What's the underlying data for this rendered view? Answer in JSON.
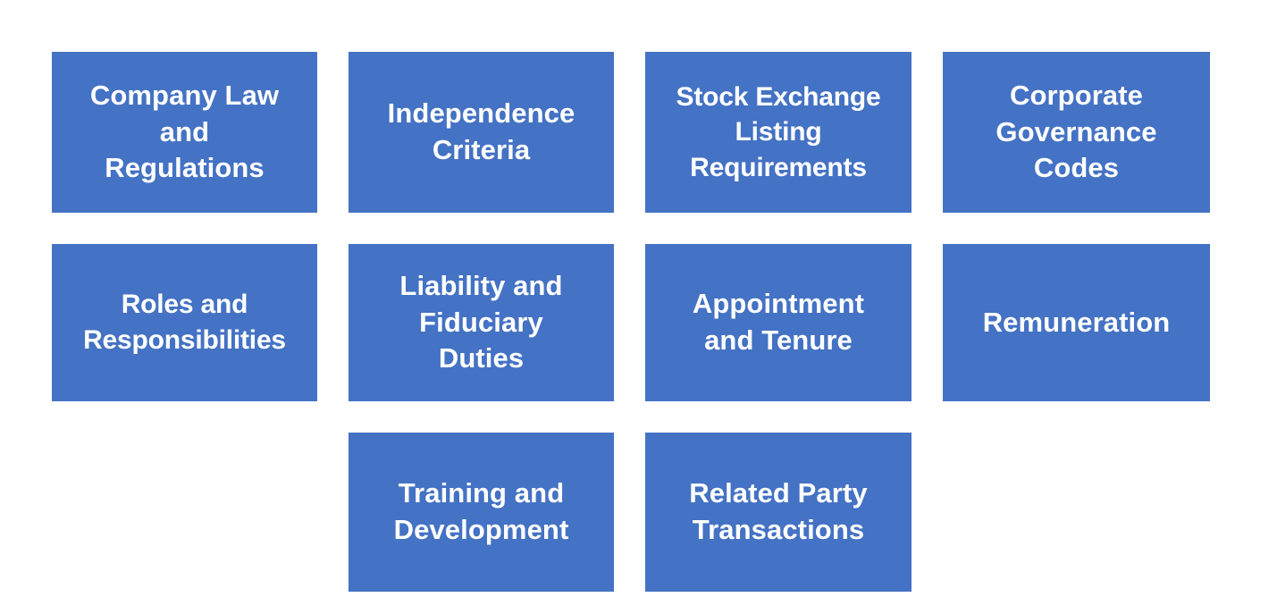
{
  "diagram": {
    "type": "grid-of-boxes",
    "columns": 4,
    "rows": 3,
    "box_color": "#4472C4",
    "text_color": "#FFFFFF",
    "background_color": "#FFFFFF",
    "nodes": [
      {
        "id": "company-law-and-regulations",
        "label": "Company Law\nand\nRegulations",
        "row": 1,
        "col": 1
      },
      {
        "id": "independence-criteria",
        "label": "Independence\nCriteria",
        "row": 1,
        "col": 2
      },
      {
        "id": "stock-exchange-listing-requirements",
        "label": "Stock Exchange\nListing\nRequirements",
        "row": 1,
        "col": 3
      },
      {
        "id": "corporate-governance-codes",
        "label": "Corporate\nGovernance\nCodes",
        "row": 1,
        "col": 4
      },
      {
        "id": "roles-and-responsibilities",
        "label": "Roles and\nResponsibilities",
        "row": 2,
        "col": 1
      },
      {
        "id": "liability-and-fiduciary-duties",
        "label": "Liability and\nFiduciary\nDuties",
        "row": 2,
        "col": 2
      },
      {
        "id": "appointment-and-tenure",
        "label": "Appointment\nand Tenure",
        "row": 2,
        "col": 3
      },
      {
        "id": "remuneration",
        "label": "Remuneration",
        "row": 2,
        "col": 4
      },
      {
        "id": "training-and-development",
        "label": "Training and\nDevelopment",
        "row": 3,
        "col": 2
      },
      {
        "id": "related-party-transactions",
        "label": "Related Party\nTransactions",
        "row": 3,
        "col": 3
      }
    ]
  }
}
